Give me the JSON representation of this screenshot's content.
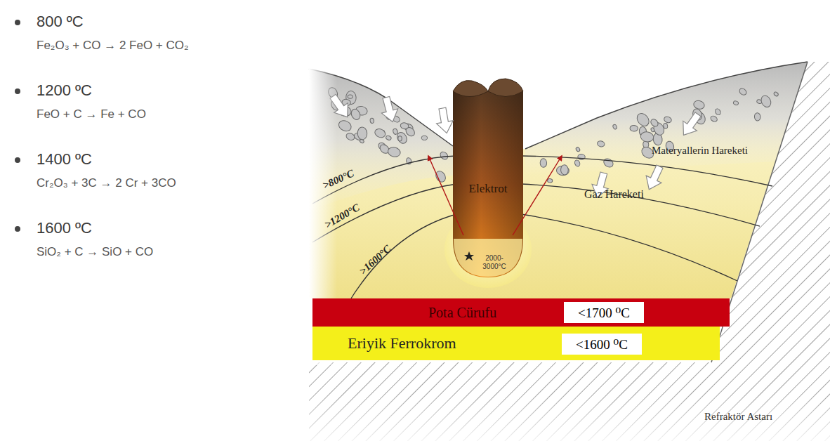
{
  "diagram": {
    "nodes": [
      {
        "text": [
          "Elektrot"
        ]
      },
      {
        "text": [
          "Pota Cürufu"
        ]
      },
      {
        "text": [
          "<1700 ⁰C"
        ],
        "in": 1
      },
      {
        "text": [
          "Eriyik Ferrokrom"
        ]
      },
      {
        "text": [
          "<1600 ⁰C"
        ],
        "in": 3
      }
    ],
    "labels": [
      "800 ºC",
      "Fe₂O₃ + CO → 2 FeO + CO₂",
      "1200 ºC",
      "FeO + C → Fe + CO",
      "1400 ºC",
      "Cr₂O₃ + 3C → 2 Cr + 3CO",
      "1600 ºC",
      "SiO₂ + C → SiO + CO",
      ">800°C",
      ">1200°C",
      ">1600°C",
      "2000-3000°C",
      "Materyallerin Hareketi",
      "Gaz Hareketi",
      "Refraktör Astarı"
    ]
  }
}
